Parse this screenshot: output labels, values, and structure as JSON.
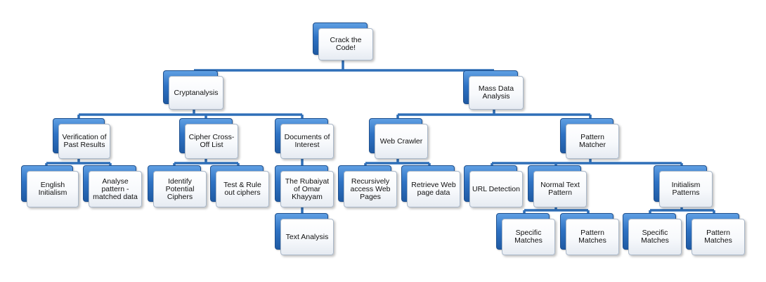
{
  "colors": {
    "accent_blue": "#2f73c4",
    "connector": "#2f6fb8",
    "card_face": "#f4f6fa"
  },
  "nodes": {
    "crack_the_code": "Crack the Code!",
    "cryptanalysis": "Cryptanalysis",
    "mass_data_analysis": "Mass Data Analysis",
    "verification_past_results": "Verification of Past Results",
    "cipher_cross_off_list": "Cipher Cross-Off List",
    "documents_of_interest": "Documents of Interest",
    "web_crawler": "Web Crawler",
    "pattern_matcher": "Pattern Matcher",
    "english_initialism": "English Initialism",
    "analyse_pattern_matched": "Analyse pattern - matched data",
    "identify_potential_ciphers": "Identify Potential Ciphers",
    "test_rule_out_ciphers": "Test & Rule out ciphers",
    "rubaiyat_omar_khayyam": "The Rubaiyat of Omar Khayyam",
    "text_analysis": "Text Analysis",
    "recursively_access_web_pages": "Recursively access Web Pages",
    "retrieve_web_page_data": "Retrieve Web page data",
    "url_detection": "URL Detection",
    "normal_text_pattern": "Normal Text Pattern",
    "initialism_patterns": "Initialism Patterns",
    "normal_specific_matches": "Specific Matches",
    "normal_pattern_matches": "Pattern Matches",
    "initialism_specific_matches": "Specific Matches",
    "initialism_pattern_matches": "Pattern Matches"
  }
}
